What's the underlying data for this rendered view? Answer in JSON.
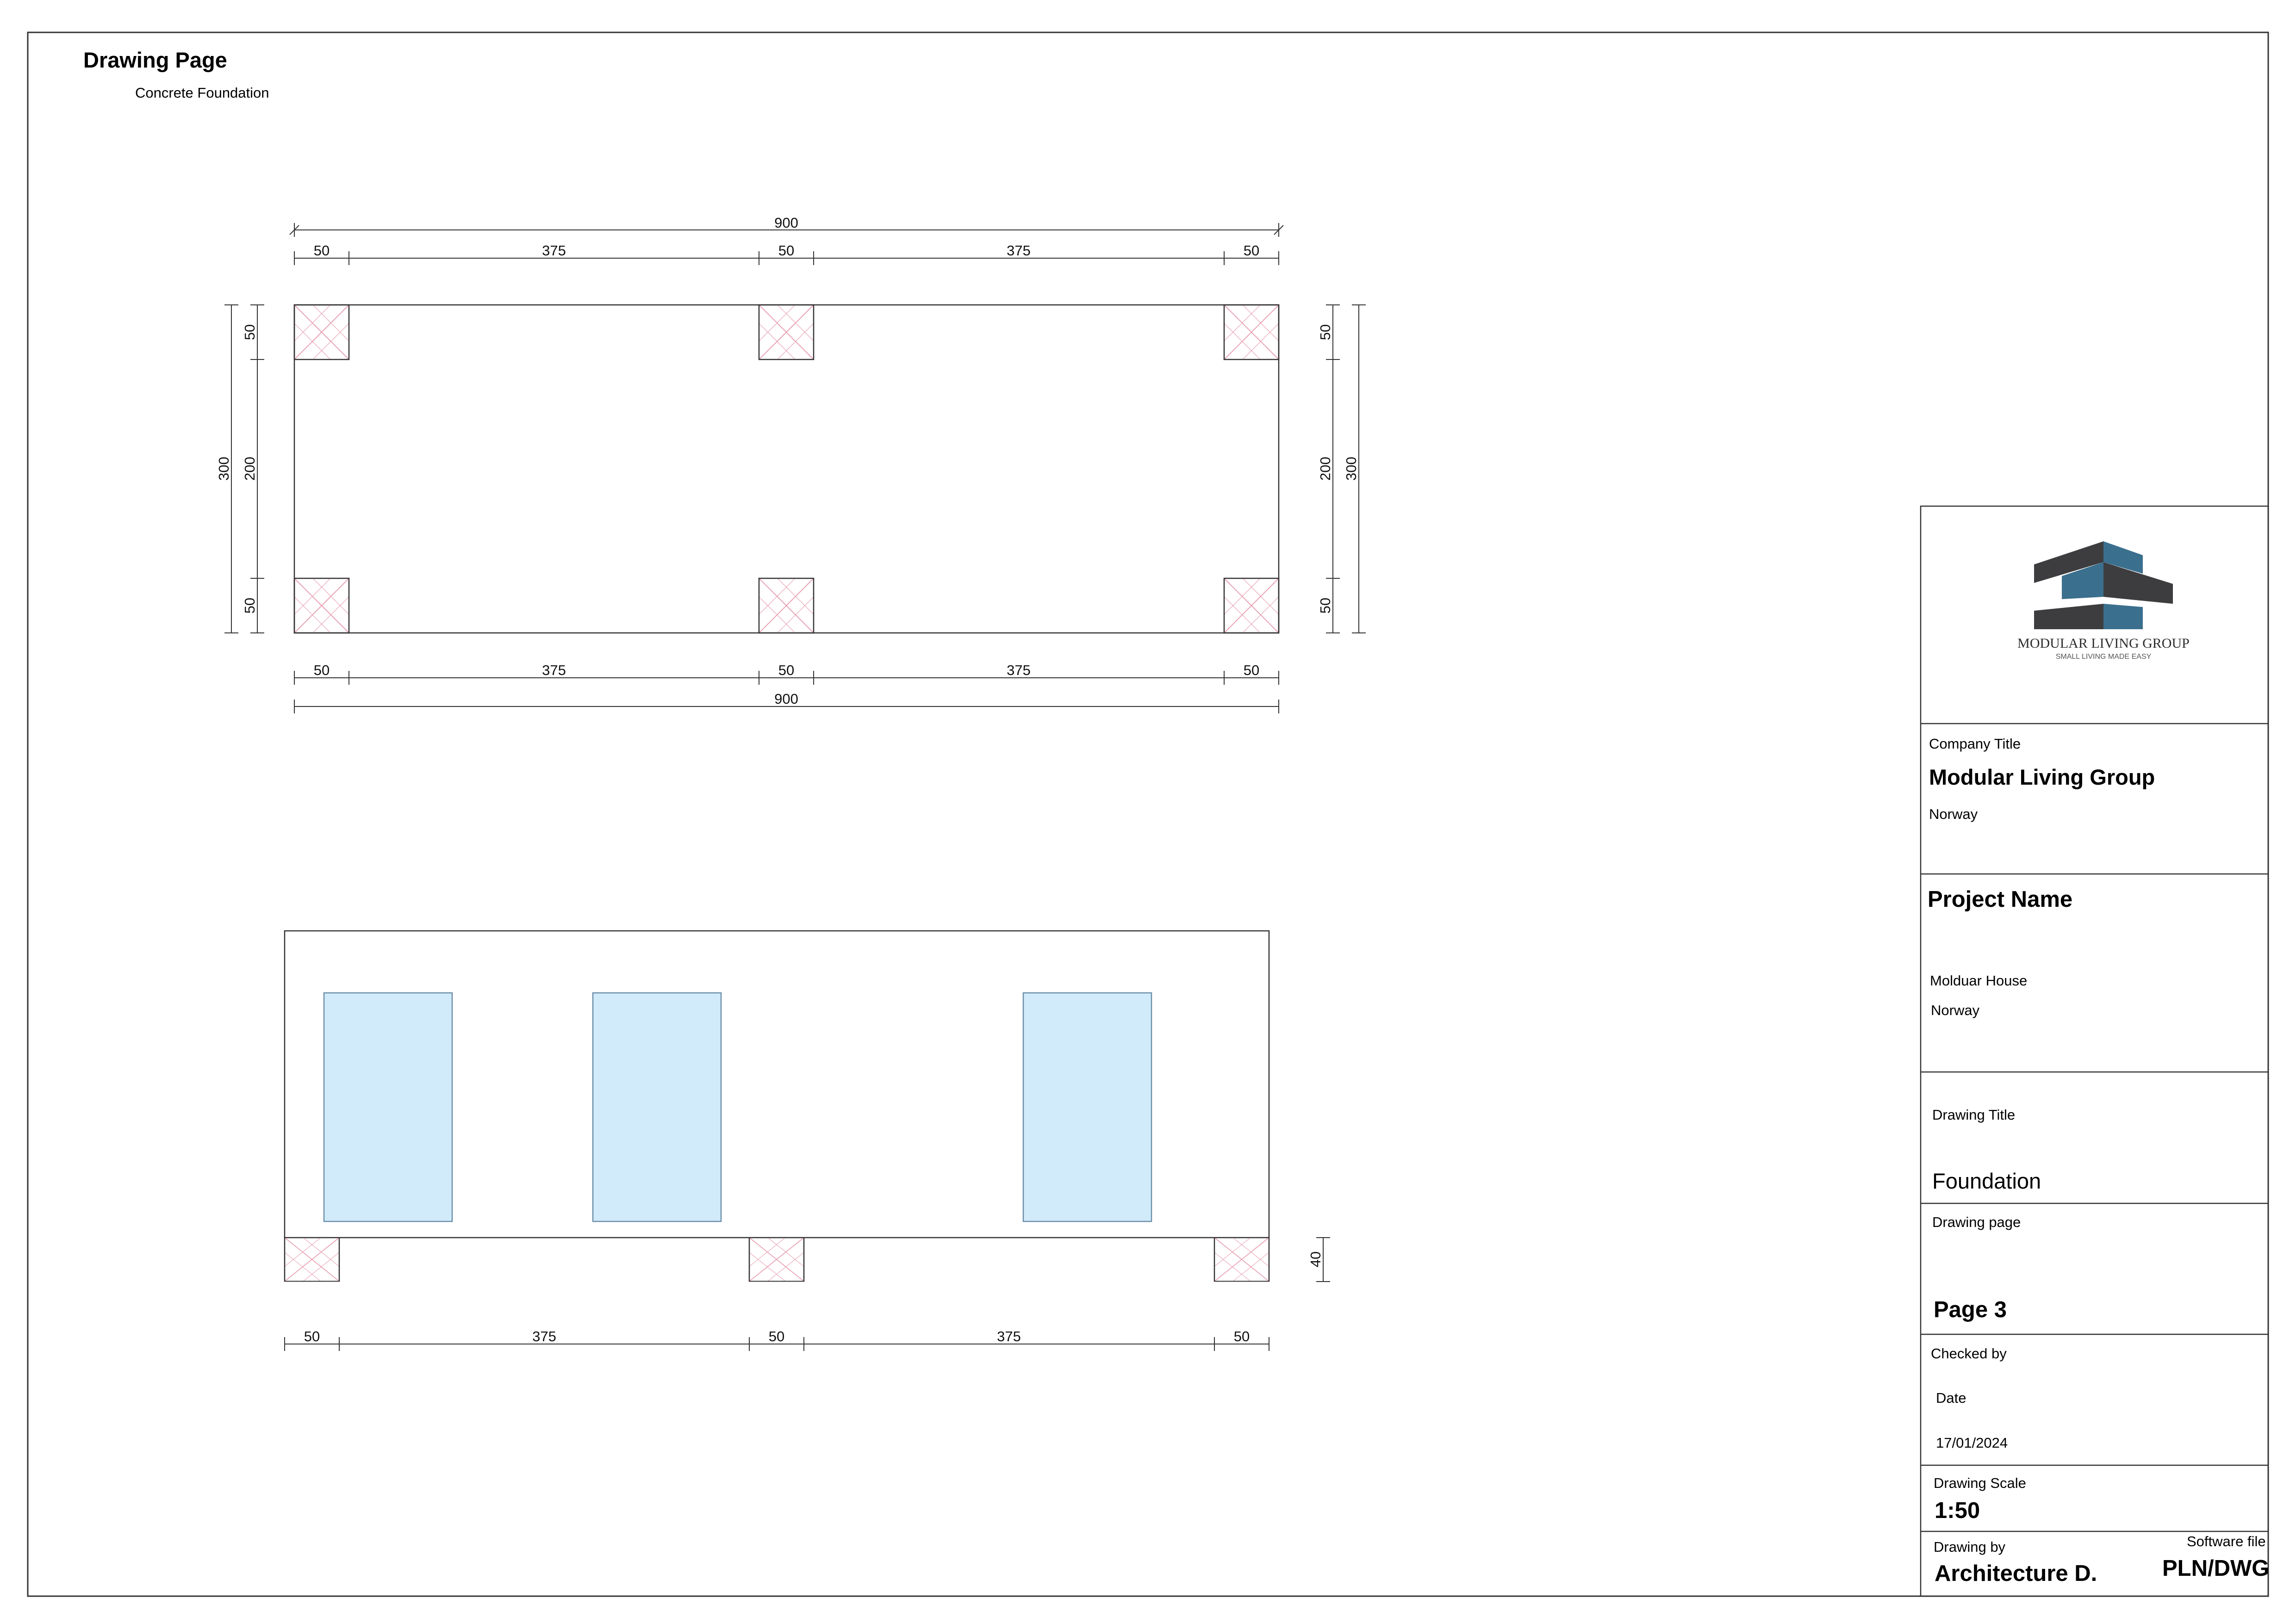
{
  "header": {
    "title": "Drawing Page",
    "subtitle": "Concrete Foundation"
  },
  "plan_view": {
    "top_total": "900",
    "top_segments": [
      "50",
      "375",
      "50",
      "375",
      "50"
    ],
    "bottom_segments": [
      "50",
      "375",
      "50",
      "375",
      "50"
    ],
    "bottom_total": "900",
    "left_total": "300",
    "left_segments": [
      "50",
      "200",
      "50"
    ],
    "right_segments": [
      "50",
      "200",
      "50"
    ],
    "right_total": "300"
  },
  "elevation_view": {
    "height_label": "40",
    "bottom_segments": [
      "50",
      "375",
      "50",
      "375",
      "50"
    ]
  },
  "title_block": {
    "logo": {
      "name": "MODULAR LIVING GROUP",
      "tagline": "SMALL LIVING MADE EASY",
      "dark_color": "#3d3d3f",
      "accent_color": "#3b6f8e"
    },
    "company_title_label": "Company Title",
    "company_name": "Modular Living Group",
    "company_location": "Norway",
    "project_name_label": "Project Name",
    "project_name": "Molduar House",
    "project_location": "Norway",
    "drawing_title_label": "Drawing Title",
    "drawing_title": "Foundation",
    "drawing_page_label": "Drawing page",
    "drawing_page": "Page 3",
    "checked_by_label": "Checked by",
    "date_label": "Date",
    "date": "17/01/2024",
    "drawing_scale_label": "Drawing Scale",
    "drawing_scale": "1:50",
    "drawing_by_label": "Drawing by",
    "drawing_by": "Architecture D.",
    "software_file_label": "Software file",
    "software_file": "PLN/DWG"
  },
  "colors": {
    "window_fill": "#d2ebfb",
    "window_stroke": "#6a8ea8",
    "hatch": "#e8a3b5",
    "line": "#333333"
  }
}
